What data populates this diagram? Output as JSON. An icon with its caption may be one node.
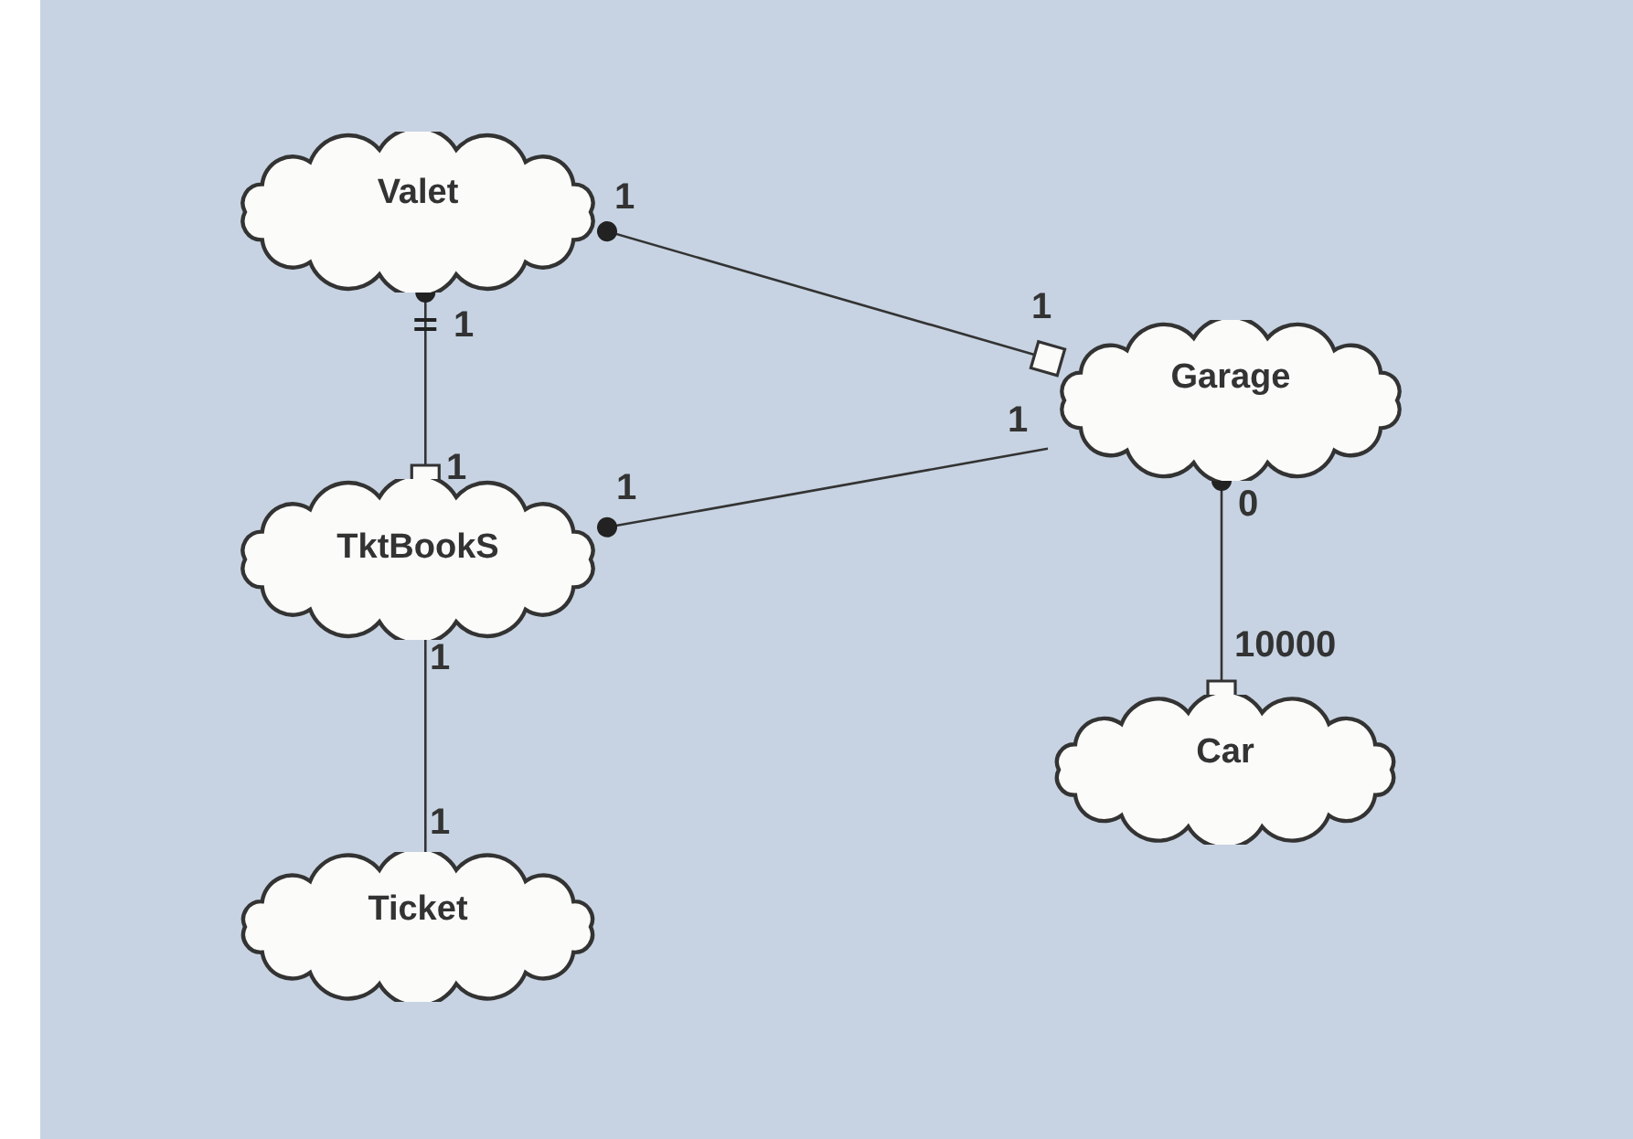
{
  "diagram": {
    "nodes": [
      {
        "text": [
          "Valet"
        ]
      },
      {
        "text": [
          "Garage"
        ]
      },
      {
        "text": [
          "TktBookS"
        ]
      },
      {
        "text": [
          "Car"
        ]
      },
      {
        "text": [
          "Ticket"
        ]
      }
    ],
    "edges": [
      {
        "from": 0,
        "to": 1,
        "arrow": "other"
      },
      {
        "from": 0,
        "to": 2,
        "arrow": "other"
      },
      {
        "from": 2,
        "to": 1,
        "arrow": "other"
      },
      {
        "from": 1,
        "to": 3,
        "arrow": "other"
      },
      {
        "from": 2,
        "to": 4,
        "arrow": "none"
      }
    ],
    "labels": [
      "1",
      "1",
      "1",
      "1",
      "1",
      "1",
      "0",
      "10000",
      "1",
      "1"
    ]
  }
}
